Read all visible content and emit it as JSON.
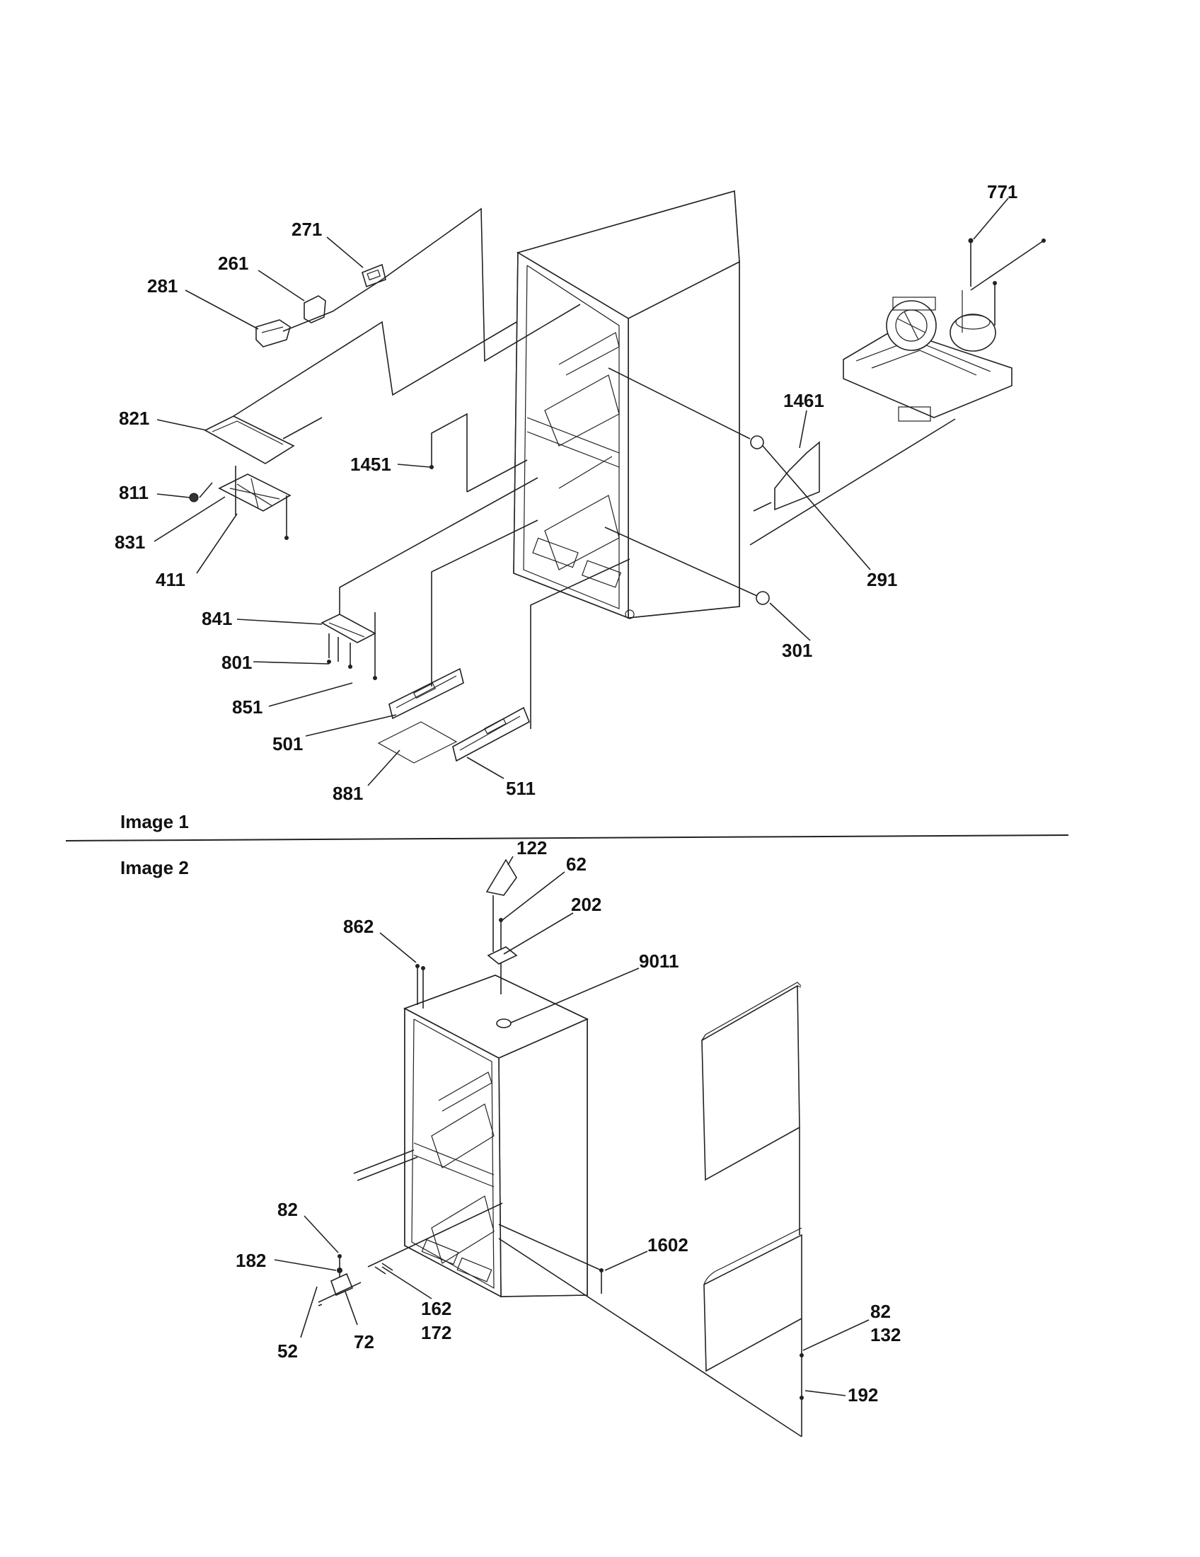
{
  "sections": [
    {
      "id": "image-1",
      "caption": "Image 1"
    },
    {
      "id": "image-2",
      "caption": "Image 2"
    }
  ],
  "image1": {
    "labels": {
      "p771": "771",
      "p271": "271",
      "p261": "261",
      "p281": "281",
      "p1461": "1461",
      "p821": "821",
      "p1451": "1451",
      "p811": "811",
      "p831": "831",
      "p411": "411",
      "p291": "291",
      "p841": "841",
      "p301": "301",
      "p801": "801",
      "p851": "851",
      "p501": "501",
      "p511": "511",
      "p881": "881"
    }
  },
  "image2": {
    "labels": {
      "p122": "122",
      "p62": "62",
      "p202": "202",
      "p862": "862",
      "p9011": "9011",
      "p82a": "82",
      "p182": "182",
      "p1602": "1602",
      "p162": "162",
      "p172": "172",
      "p52": "52",
      "p72": "72",
      "p82b": "82",
      "p132": "132",
      "p192": "192"
    }
  }
}
